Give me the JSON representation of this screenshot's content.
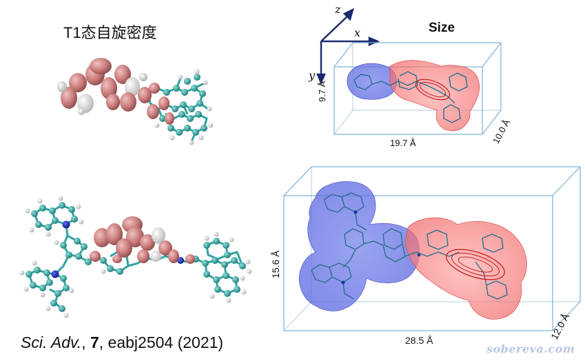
{
  "top_left": {
    "title": "T1态自旋密度"
  },
  "top_right": {
    "title": "Size",
    "axes": {
      "x": "x",
      "y": "y",
      "z": "z"
    },
    "dims": {
      "height": "9.7 Å",
      "width": "19.7 Å",
      "depth": "10.0 Å"
    }
  },
  "bottom_right": {
    "dims": {
      "height": "15.6 Å",
      "width": "28.5 Å",
      "depth": "12.0 Å"
    }
  },
  "citation": {
    "journal": "Sci. Adv.",
    "sep1": ", ",
    "volume": "7",
    "rest": ", eabj2504 (2021)"
  },
  "watermark": "sobereva.com",
  "colors": {
    "spin_density": "#c98080",
    "spin_density_light": "#e8e8e8",
    "carbon": "#2fa3a0",
    "hydrogen": "#e6e6e6",
    "nitrogen": "#1a2ea8",
    "blue_fragment": "#6070e0",
    "red_fragment": "#f06060",
    "box_line": "#7ab0d8"
  }
}
